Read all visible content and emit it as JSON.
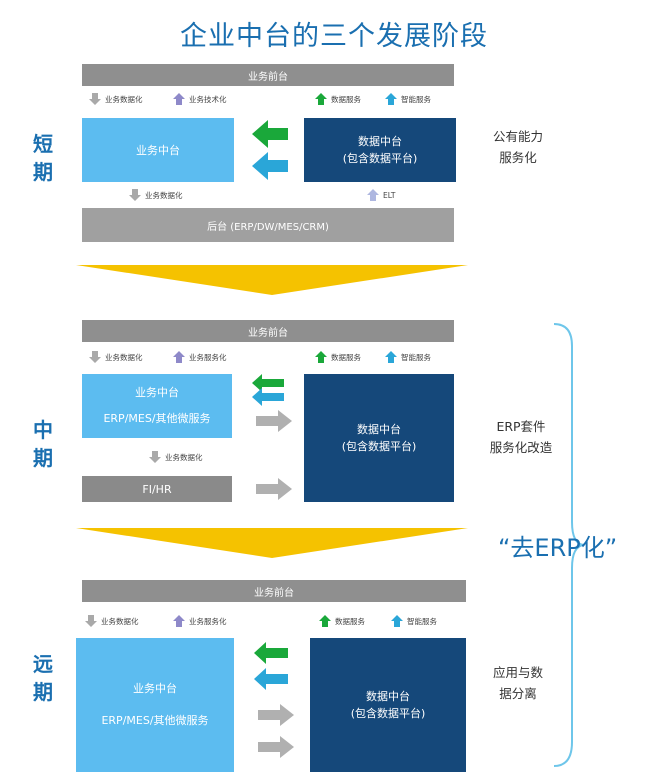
{
  "title": "企业中台的三个发展阶段",
  "front_label": "业务前台",
  "biz_center": "业务中台",
  "data_center": "数据中台",
  "data_center_sub": "(包含数据平台)",
  "erp_sub": "ERP/MES/其他微服务",
  "erp_sub_3": "ERP/MES/其他微服务",
  "fi_hr": "FI/HR",
  "backend": "后台 (ERP/DW/MES/CRM)",
  "lbl_digitize": "业务数据化",
  "lbl_tech": "业务技术化",
  "lbl_service": "业务服务化",
  "lbl_data_service": "数据服务",
  "lbl_smart_service": "智能服务",
  "lbl_elt": "ELT",
  "stage_short": [
    "短",
    "期"
  ],
  "stage_mid": [
    "中",
    "期"
  ],
  "stage_long": [
    "远",
    "期"
  ],
  "note_short": [
    "公有能力",
    "服务化"
  ],
  "note_mid": [
    "ERP套件",
    "服务化改造"
  ],
  "note_long": [
    "应用与数",
    "据分离"
  ],
  "de_erp": "“去ERP化”",
  "colors": {
    "title": "#1a6fb0",
    "light_blue": "#5cbcf0",
    "dark_blue": "#15487a",
    "gray": "#8f8f8f",
    "green": "#1aa83a",
    "cyan": "#2aa6d8",
    "gold": "#f5c200",
    "bracket": "#6ec6ea"
  }
}
